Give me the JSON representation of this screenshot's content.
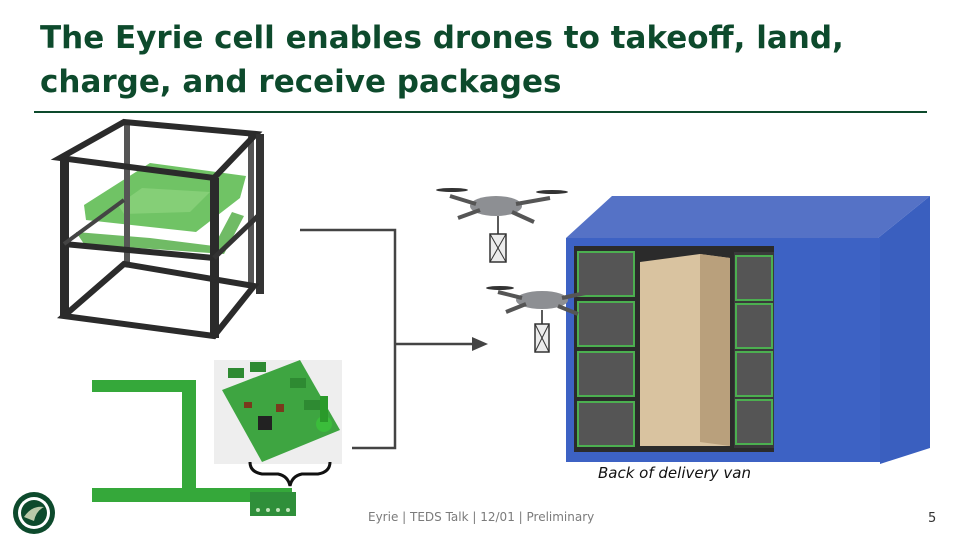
{
  "slide": {
    "title": "The Eyrie cell enables drones to takeoff, land, charge, and receive packages",
    "caption": "Back of delivery van",
    "footer": "Eyrie | TEDS Talk | 12/01 | Preliminary",
    "page_number": "5"
  },
  "colors": {
    "title": "#0d4a2c",
    "pcb_green": "#35a83a",
    "van_blue": "#3a5fbf",
    "frame_dark": "#2b2b2b"
  },
  "icons": {
    "logo": "eyrie-logo-icon",
    "drone": "drone-icon",
    "package": "package-icon",
    "arrow": "arrow-right-icon",
    "brace": "brace-icon"
  }
}
